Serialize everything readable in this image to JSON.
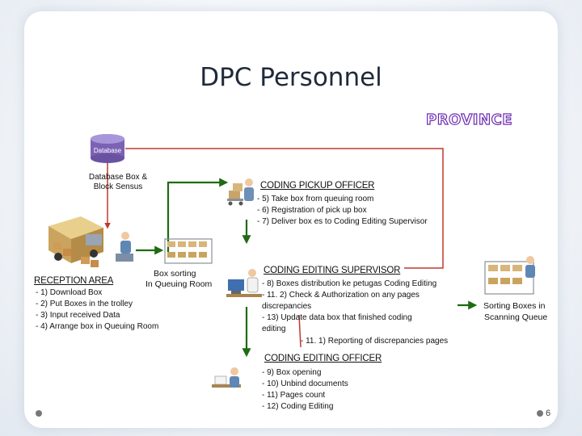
{
  "title": "DPC Personnel",
  "province": "PROVINCE",
  "database": {
    "label": "Database"
  },
  "database_box_label": "Database Box & Block Sensus",
  "coding_pickup": {
    "heading": "CODING PICKUP OFFICER",
    "items": [
      "- 5) Take box from queuing room",
      "- 6) Registration of pick up box",
      "- 7) Deliver box es to Coding Editing Supervisor"
    ]
  },
  "reception": {
    "heading": "RECEPTION AREA",
    "items": [
      "- 1) Download Box",
      "- 2) Put Boxes in the trolley",
      "- 3) Input received Data",
      "- 4) Arrange box in Queuing Room"
    ]
  },
  "box_sorting": {
    "line1": "Box  sorting",
    "line2": "In Queuing Room"
  },
  "coding_supervisor": {
    "heading": "CODING EDITING SUPERVISOR",
    "items": [
      "- 8) Boxes distribution ke petugas Coding Editing",
      "- 11. 2) Check & Authorization on any pages",
      "discrepancies",
      "- 13) Update data box that finished coding",
      "editing"
    ],
    "sub_item": "- 11. 1) Reporting of discrepancies pages"
  },
  "sorting_scanning": {
    "line1": "Sorting Boxes in",
    "line2": "Scanning Queue"
  },
  "coding_officer": {
    "heading": "CODING EDITING OFFICER",
    "items": [
      "- 9) Box opening",
      "- 10) Unbind documents",
      "- 11) Pages count",
      "- 12) Coding Editing"
    ]
  },
  "page_number": "6",
  "colors": {
    "red_line": "#c0392b",
    "green_arrow": "#1e6b12",
    "database": "#7b62b4",
    "province_outline": "#6c2bb2"
  }
}
